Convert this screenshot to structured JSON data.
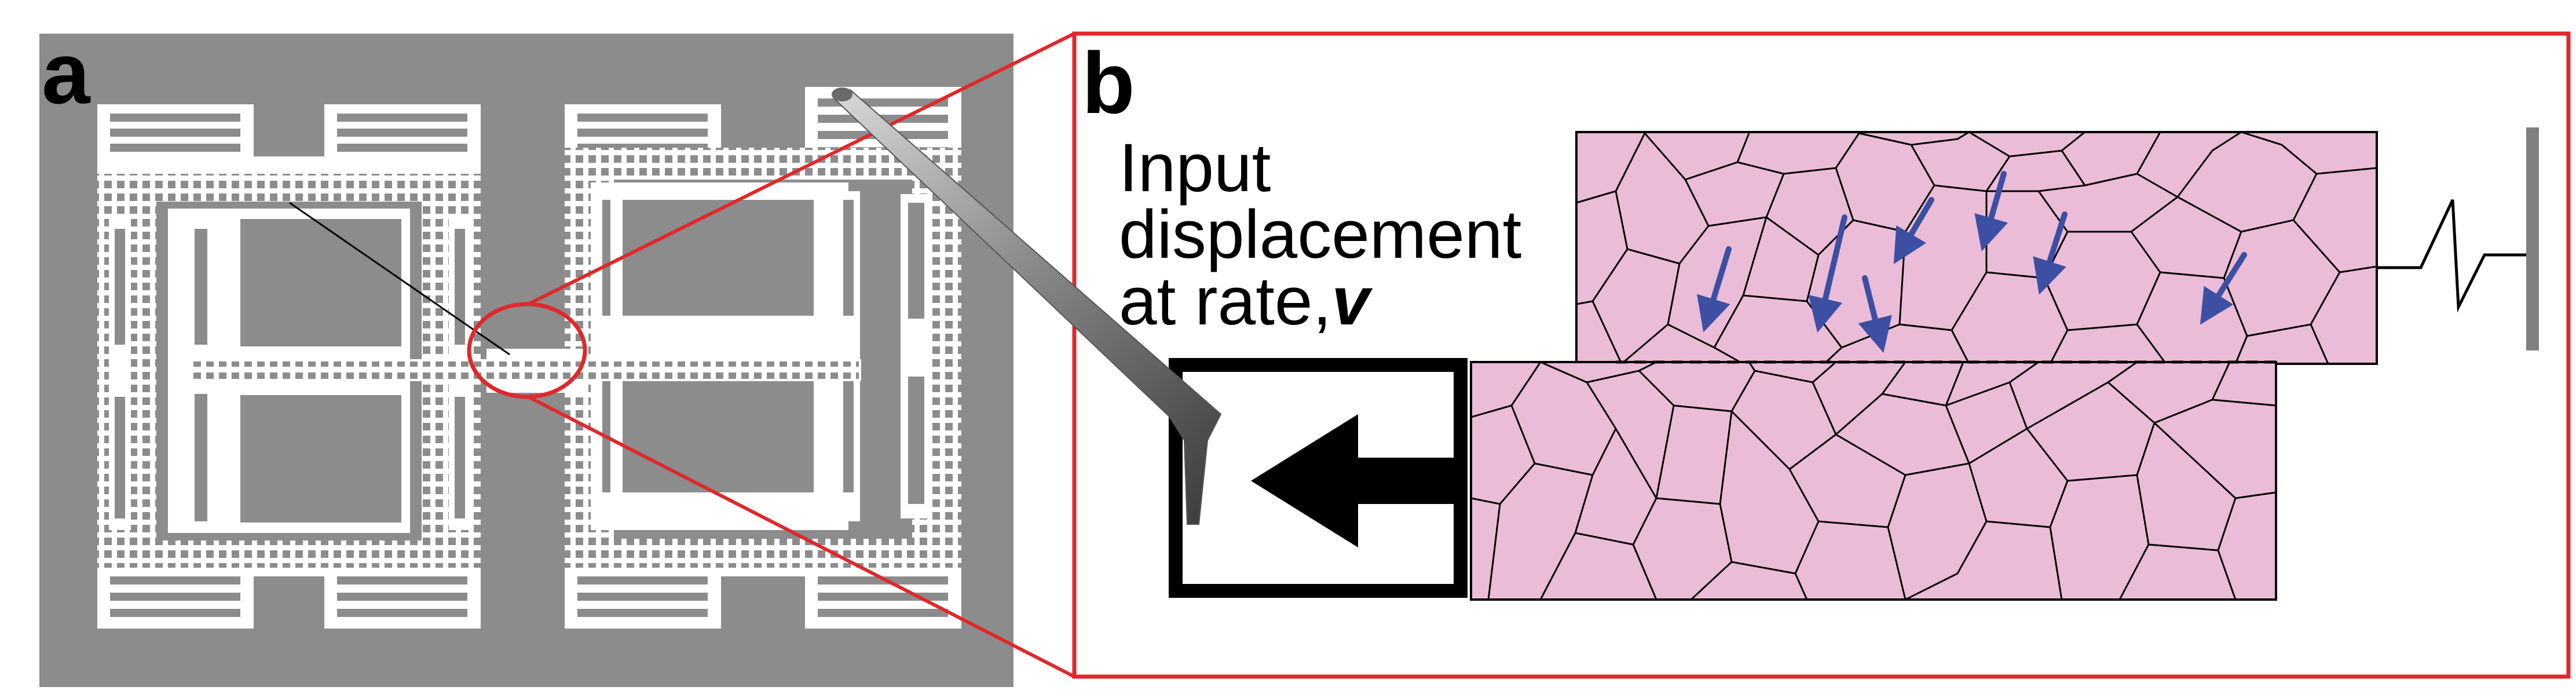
{
  "panels": {
    "a": {
      "letter": "a"
    },
    "b": {
      "letter": "b",
      "input_label": {
        "line1": "Input",
        "line2": "displacement",
        "line3_prefix": "at rate,",
        "line3_symbol": "v"
      }
    }
  },
  "colors": {
    "background_gray": "#8c8c8c",
    "callout_red": "#e0282c",
    "grain_fill": "#ebbcd8",
    "arrow_blue": "#3c4fa3",
    "spring_wall": "#808080"
  },
  "icons": [
    "probe-needle-icon",
    "left-arrow-icon",
    "spring-icon",
    "wall-icon"
  ]
}
